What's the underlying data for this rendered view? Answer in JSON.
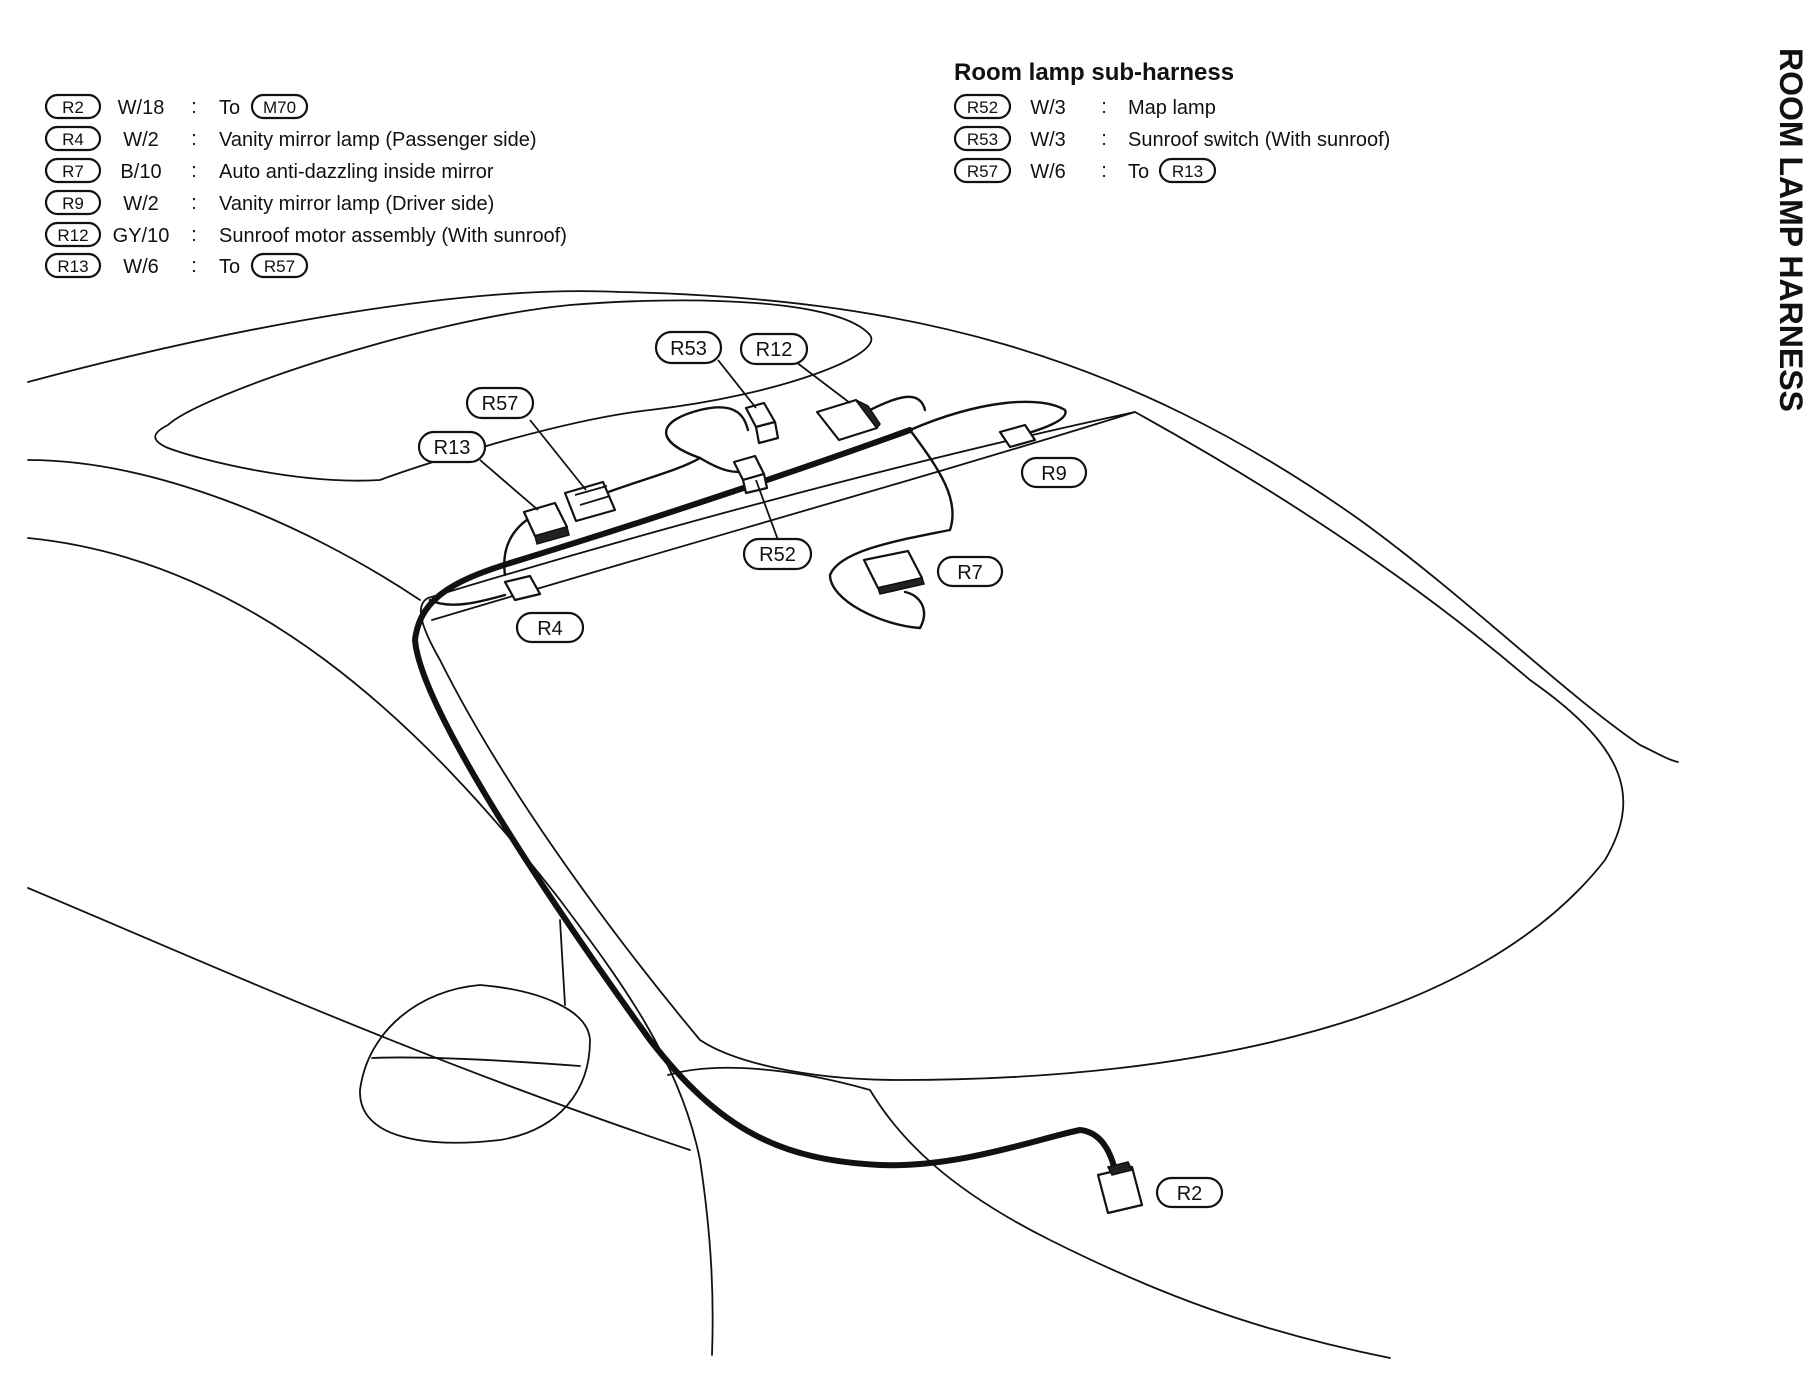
{
  "page_title": "ROOM LAMP HARNESS",
  "main_list": [
    {
      "connector": "R2",
      "spec": "W/18",
      "sep": ":",
      "desc": "To",
      "ref": "M70"
    },
    {
      "connector": "R4",
      "spec": "W/2",
      "sep": ":",
      "desc": "Vanity mirror lamp (Passenger side)",
      "ref": ""
    },
    {
      "connector": "R7",
      "spec": "B/10",
      "sep": ":",
      "desc": "Auto anti-dazzling inside mirror",
      "ref": ""
    },
    {
      "connector": "R9",
      "spec": "W/2",
      "sep": ":",
      "desc": "Vanity mirror lamp (Driver side)",
      "ref": ""
    },
    {
      "connector": "R12",
      "spec": "GY/10",
      "sep": ":",
      "desc": "Sunroof motor assembly (With sunroof)",
      "ref": ""
    },
    {
      "connector": "R13",
      "spec": "W/6",
      "sep": ":",
      "desc": "To",
      "ref": "R57"
    }
  ],
  "sub_harness": {
    "title": "Room lamp sub-harness",
    "items": [
      {
        "connector": "R52",
        "spec": "W/3",
        "sep": ":",
        "desc": "Map lamp",
        "ref": ""
      },
      {
        "connector": "R53",
        "spec": "W/3",
        "sep": ":",
        "desc": "Sunroof switch (With sunroof)",
        "ref": ""
      },
      {
        "connector": "R57",
        "spec": "W/6",
        "sep": ":",
        "desc": "To",
        "ref": "R13"
      }
    ]
  },
  "diagram_labels": {
    "r53": "R53",
    "r12": "R12",
    "r57": "R57",
    "r13": "R13",
    "r9": "R9",
    "r52": "R52",
    "r7": "R7",
    "r4": "R4",
    "r2": "R2"
  }
}
